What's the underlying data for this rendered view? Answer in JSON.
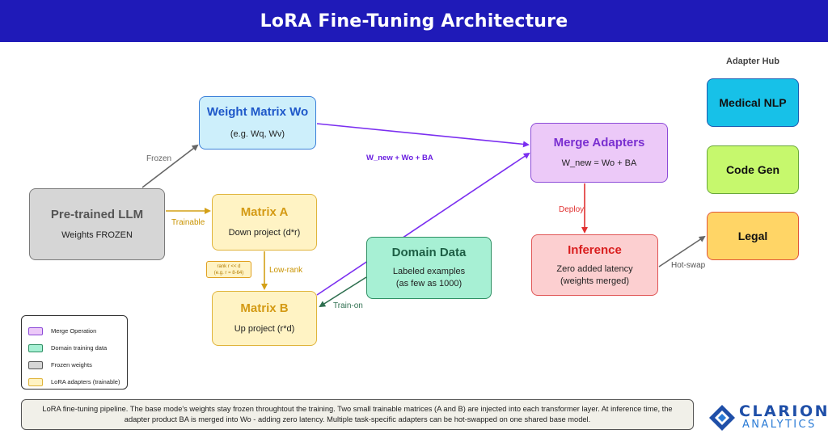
{
  "header": {
    "title": "LoRA Fine-Tuning Architecture"
  },
  "nodes": {
    "llm": {
      "title": "Pre-trained LLM",
      "subtitle": "Weights FROZEN"
    },
    "wo": {
      "title": "Weight Matrix Wo",
      "subtitle": "(e.g. Wq, Wv)"
    },
    "matrix_a": {
      "title": "Matrix A",
      "subtitle": "Down project (d*r)"
    },
    "matrix_b": {
      "title": "Matrix B",
      "subtitle": "Up project (r*d)"
    },
    "domain": {
      "title": "Domain Data",
      "line1": "Labeled examples",
      "line2": "(as few as 1000)"
    },
    "merge": {
      "title": "Merge Adapters",
      "subtitle": "W_new = Wo + BA"
    },
    "inference": {
      "title": "Inference",
      "line1": "Zero added latency",
      "line2": "(weights merged)"
    }
  },
  "edges": {
    "frozen": "Frozen",
    "trainable": "Trainable",
    "low_rank": "Low-rank",
    "train_on": "Train-on",
    "merge_formula": "W_new + Wo + BA",
    "deploy": "Deploy",
    "hot_swap": "Hot-swap"
  },
  "rank_note": {
    "line1": "rank  r << d",
    "line2": "(e.g. r = 8-64)"
  },
  "adapter_hub": {
    "title": "Adapter Hub",
    "items": [
      "Medical NLP",
      "Code Gen",
      "Legal"
    ]
  },
  "legend": [
    {
      "label": "Merge Operation",
      "color": "#ecc9f8",
      "border": "#8c4bd8"
    },
    {
      "label": "Domain training data",
      "color": "#a7f0d4",
      "border": "#2e8f63"
    },
    {
      "label": "Frozen weights",
      "color": "#d6d6d6",
      "border": "#555555"
    },
    {
      "label": "LoRA adapters (trainable)",
      "color": "#fff3c4",
      "border": "#e0b43b"
    }
  ],
  "footer": {
    "text": "LoRA fine-tuning pipeline. The base mode's weights stay frozen throughtout the training. Two small trainable matrices (A and B) are injected into each transformer layer. At inference time, the adapter product BA is merged into Wo - adding zero latency. Multiple task-specific adapters can be hot-swapped on one shared base model."
  },
  "logo": {
    "word1": "CLARION",
    "word2": "ANALYTICS"
  },
  "colors": {
    "header": "#1f1ab8",
    "frozen_arrow": "#666666",
    "trainable_arrow": "#d4a017",
    "merge_arrow": "#7b2ff0",
    "train_on_arrow": "#2e6f4f",
    "deploy_arrow": "#e03030"
  }
}
